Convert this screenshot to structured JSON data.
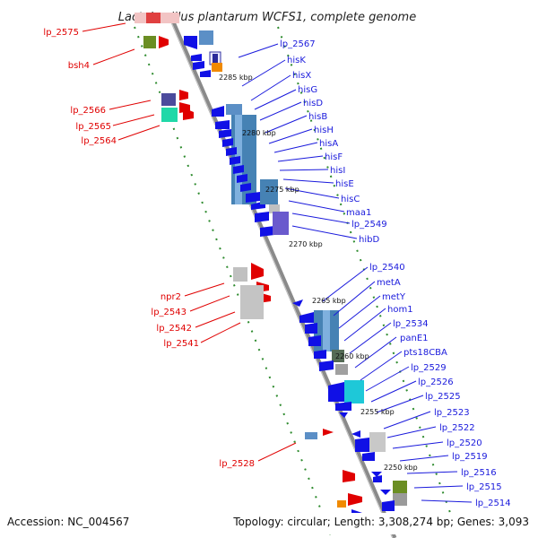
{
  "title": "Lactobacillus plantarum WCFS1, complete genome",
  "footer": {
    "accession": "Accession: NC_004567",
    "topology": "Topology: circular; Length: 3,308,274 bp; Genes: 3,093"
  },
  "colors": {
    "forward_gene": "#e00000",
    "reverse_gene": "#1010e6",
    "backbone": "#8a8a8a",
    "gc_dots": "#2e8b2e",
    "left_label": "#e00000",
    "right_label": "#1a1adc"
  },
  "left_labels": [
    "lp_2575",
    "bsh4",
    "lp_2566",
    "lp_2565",
    "lp_2564",
    "npr2",
    "lp_2543",
    "lp_2542",
    "lp_2541",
    "lp_2528"
  ],
  "right_labels": [
    "lp_2567",
    "hisK",
    "hisX",
    "hisG",
    "hisD",
    "hisB",
    "hisH",
    "hisA",
    "hisF",
    "hisI",
    "hisE",
    "hisC",
    "maa1",
    "lp_2549",
    "hibD",
    "lp_2540",
    "metA",
    "metY",
    "hom1",
    "lp_2534",
    "panE1",
    "pts18CBA",
    "lp_2529",
    "lp_2526",
    "lp_2525",
    "lp_2523",
    "lp_2522",
    "lp_2520",
    "lp_2519",
    "lp_2516",
    "lp_2515",
    "lp_2514"
  ],
  "ticks": [
    "2285 kbp",
    "2280 kbp",
    "2275 kbp",
    "2270 kbp",
    "2265 kbp",
    "2260 kbp",
    "2255 kbp",
    "2250 kbp"
  ]
}
